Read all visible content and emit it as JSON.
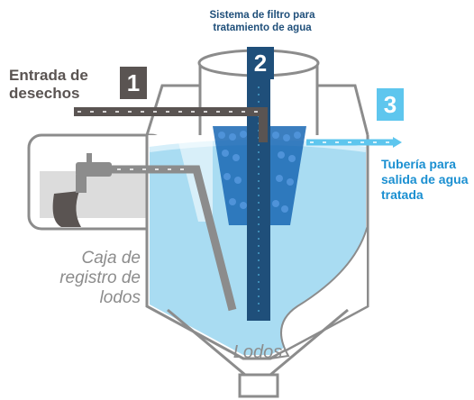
{
  "title": "Sistema de filtro para tratamiento de agua",
  "labels": {
    "entrada": "Entrada de desechos",
    "tuberia": "Tubería para salida de agua tratada",
    "caja": "Caja de registro de lodos",
    "lodos": "Lodos"
  },
  "steps": [
    "1",
    "2",
    "3"
  ],
  "colors": {
    "dark_grey": "#5a5452",
    "navy": "#1f4f7a",
    "light_blue": "#5ec6ee",
    "water": "#a9dcf2",
    "outlet_text": "#1a8fd1",
    "outline": "#8c8c8c"
  }
}
